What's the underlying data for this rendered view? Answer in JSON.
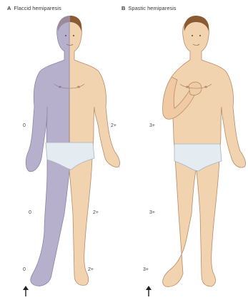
{
  "panels": [
    {
      "letter": "A",
      "title": "Flaccid hemiparesis",
      "reflexes": {
        "arm_left": "0",
        "arm_right": "2+",
        "knee_left": "0",
        "knee_right": "2+",
        "ankle_left": "0",
        "ankle_right": "2+"
      }
    },
    {
      "letter": "B",
      "title": "Spastic hemiparesis",
      "reflexes": {
        "arm": "3+",
        "knee": "3+",
        "ankle": "3+"
      }
    }
  ],
  "plantar_arrow_icon": "up-arrow-icon",
  "colors": {
    "skin": "#f2d3b0",
    "skin_shade": "#e6bd93",
    "paresis_shade": "#b3acc9",
    "paresis_dark": "#978fb3",
    "underwear": "#e3ecf2",
    "hair": "#8a5a32",
    "outline": "#7a5a40"
  }
}
